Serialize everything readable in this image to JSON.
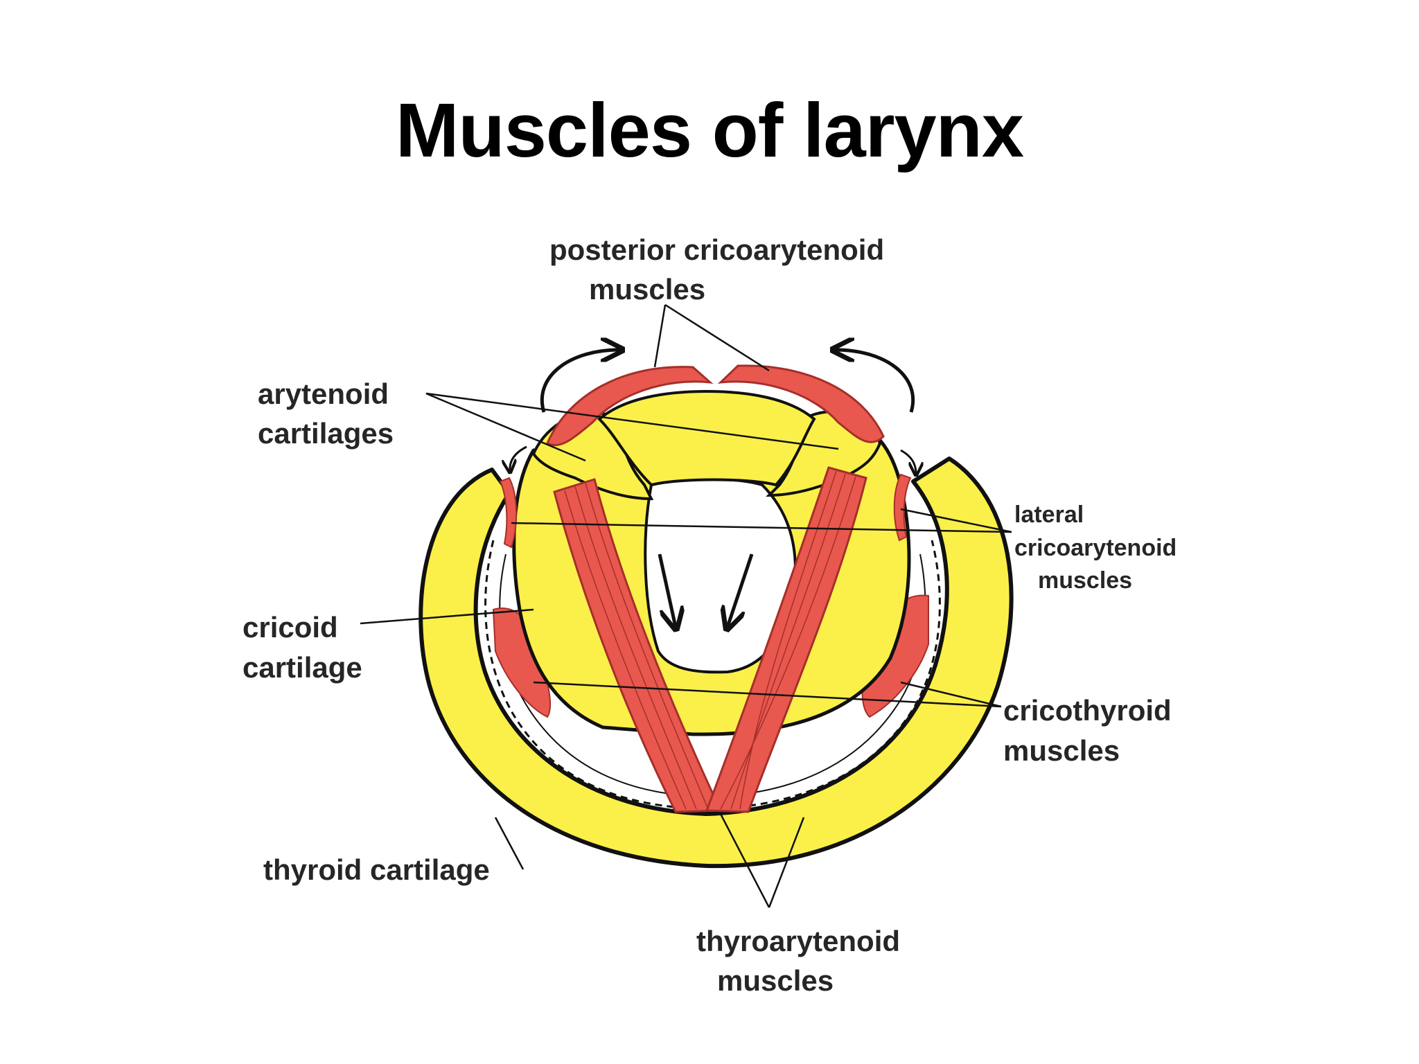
{
  "slide": {
    "title": "Muscles of larynx"
  },
  "colors": {
    "cartilage": "#fbf04a",
    "muscle": "#e8584f",
    "muscle_fibre": "#a52f29",
    "outline": "#111111",
    "label": "#262626"
  },
  "labels": {
    "posterior_cricoarytenoid": [
      "posterior cricoarytenoid",
      "muscles"
    ],
    "arytenoid": [
      "arytenoid",
      "cartilages"
    ],
    "lateral_cricoarytenoid": [
      "lateral",
      "cricoarytenoid",
      "muscles"
    ],
    "cricoid": [
      "cricoid",
      "cartilage"
    ],
    "cricothyroid": [
      "cricothyroid",
      "muscles"
    ],
    "thyroid": [
      "thyroid cartilage"
    ],
    "thyroarytenoid": [
      "thyroarytenoid",
      "muscles"
    ]
  }
}
